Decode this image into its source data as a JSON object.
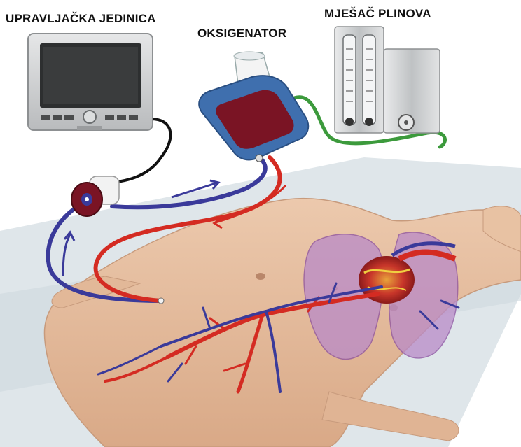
{
  "labels": {
    "control_unit": "UPRAVLJAČKA JEDINICA",
    "oxygenator": "OKSIGENATOR",
    "gas_mixer": "MJEŠAČ PLINOVA"
  },
  "colors": {
    "arterial": "#d42b22",
    "venous": "#3a3a9a",
    "gas_line": "#3c9a3c",
    "skin": "#e7c2a4",
    "bed": "#dfe6ea",
    "lungs": "#b98ac8",
    "oxygenator_shell": "#3f6fae",
    "oxygenator_core": "#7a1424",
    "device_gray": "#c9cbcc"
  }
}
